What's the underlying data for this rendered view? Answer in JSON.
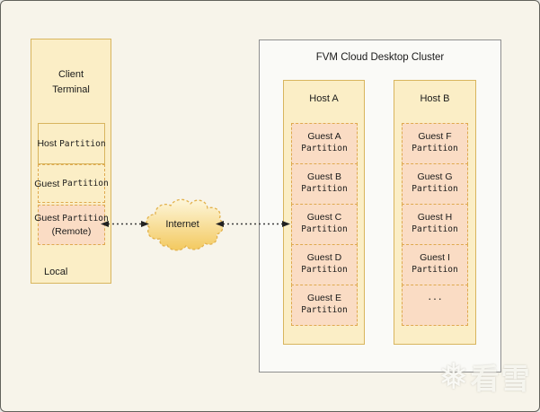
{
  "colors": {
    "background": "#f7f4ea",
    "outer_border": "#62625c",
    "box_fill_gold": "#fbeec6",
    "box_border_gold": "#d8b55e",
    "partition_fill_salmon": "#fadcc4",
    "partition_border_dashed": "#dfa94e",
    "cluster_fill": "#fafaf7",
    "cluster_border": "#8f8f8f",
    "cloud_gradient_top": "#fdf6da",
    "cloud_gradient_bottom": "#f3c95f",
    "arrow": "#3b3b3b",
    "text": "#1a1a1a"
  },
  "client_terminal": {
    "title_line1": "Client",
    "title_line2": "Terminal",
    "host_partition": {
      "prefix": "Host",
      "word": "Partition"
    },
    "guest_partition": {
      "prefix": "Guest",
      "word": "Partition"
    },
    "guest_partition_remote": {
      "prefix": "Guest",
      "word": "Partition",
      "line2": "(Remote)"
    },
    "local_label": "Local"
  },
  "internet": {
    "label": "Internet"
  },
  "cluster": {
    "title": "FVM Cloud Desktop Cluster",
    "hosts": [
      {
        "name": "Host A",
        "partitions": [
          {
            "line1": "Guest A",
            "line2": "Partition"
          },
          {
            "line1": "Guest B",
            "line2": "Partition"
          },
          {
            "line1": "Guest C",
            "line2": "Partition"
          },
          {
            "line1": "Guest D",
            "line2": "Partition"
          },
          {
            "line1": "Guest E",
            "line2": "Partition"
          }
        ]
      },
      {
        "name": "Host B",
        "partitions": [
          {
            "line1": "Guest F",
            "line2": "Partition"
          },
          {
            "line1": "Guest G",
            "line2": "Partition"
          },
          {
            "line1": "Guest H",
            "line2": "Partition"
          },
          {
            "line1": "Guest I",
            "line2": "Partition"
          },
          {
            "line1": "",
            "line2": "..."
          }
        ]
      }
    ]
  },
  "watermark": {
    "icon": "❅",
    "text": "看雪"
  }
}
